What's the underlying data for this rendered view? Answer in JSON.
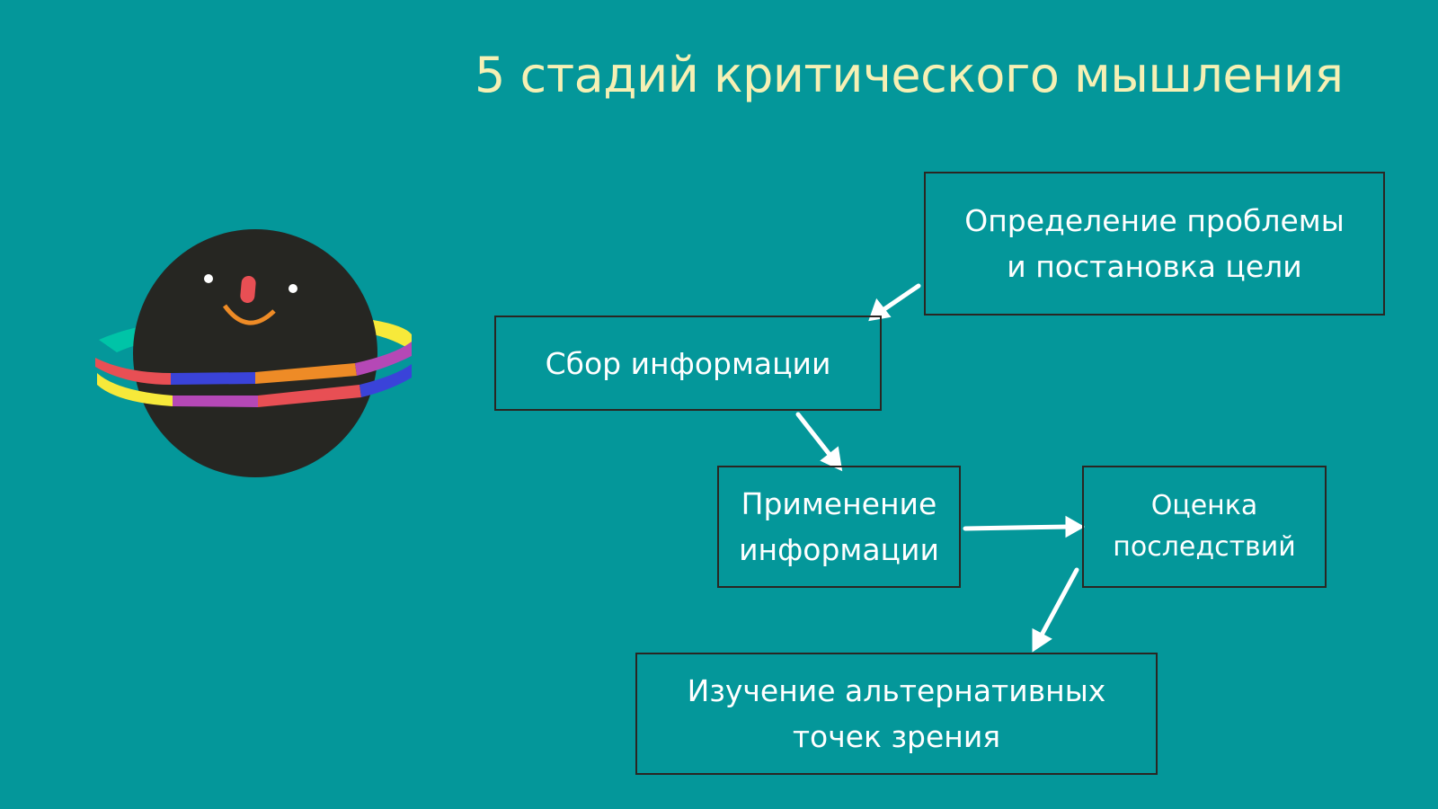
{
  "title": "5 стадий критического мышления",
  "colors": {
    "background": "#04979a",
    "title": "#f6f0b4",
    "box_border": "#2a2622",
    "text": "#ffffff"
  },
  "illustration": "planet-with-rings-smiling",
  "stages": [
    {
      "line1": "Определение проблемы",
      "line2": "и постановка цели"
    },
    {
      "line1": "Сбор информации"
    },
    {
      "line1": "Применение",
      "line2": "информации"
    },
    {
      "line1": "Оценка",
      "line2": "последствий"
    },
    {
      "line1": "Изучение альтернативных",
      "line2": "точек зрения"
    }
  ]
}
